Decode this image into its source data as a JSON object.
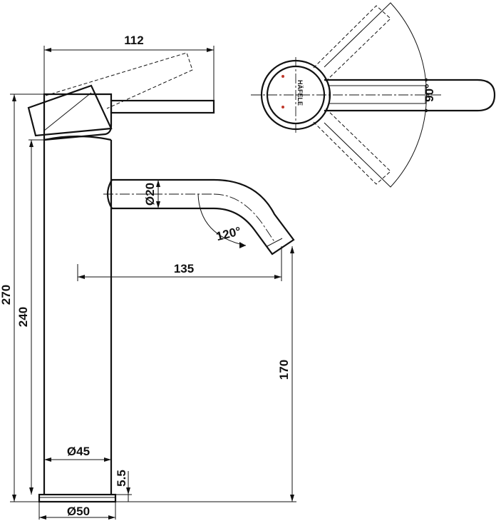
{
  "dimensions": {
    "width_112": "112",
    "reach_135": "135",
    "height_270": "270",
    "height_240": "240",
    "spout_170": "170",
    "spout_dia": "Ø20",
    "body_dia": "Ø45",
    "base_dia": "Ø50",
    "base_thk": "5.5",
    "swivel_angle": "120°",
    "lever_angle": "90°"
  },
  "brand": "HÄFELE",
  "colors": {
    "line": "#111111",
    "dot": "#c0392b"
  }
}
